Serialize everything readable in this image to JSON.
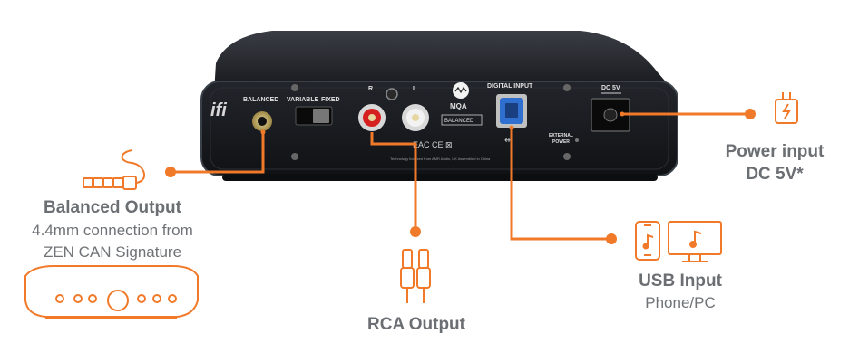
{
  "device": {
    "brand_logo": "ifi",
    "labels": {
      "balanced": "BALANCED",
      "variable": "VARIABLE",
      "fixed": "FIXED",
      "right": "R",
      "left": "L",
      "mqa": "MQA",
      "mqa_balanced": "BALANCED",
      "digital_input": "DIGITAL INPUT",
      "external_power_1": "EXTERNAL",
      "external_power_2": "POWER",
      "dc": "DC 5V",
      "fine_print": "Technology licensed from AMR Audio, UK Assembled in China"
    }
  },
  "callouts": {
    "balanced": {
      "title": "Balanced Output",
      "line1": "4.4mm connection from",
      "line2": "ZEN CAN Signature"
    },
    "rca": {
      "title": "RCA Output"
    },
    "usb": {
      "title": "USB Input",
      "subtitle": "Phone/PC"
    },
    "power": {
      "title": "Power input",
      "subtitle": "DC 5V*"
    }
  },
  "colors": {
    "accent": "#f07a2a",
    "text_gray": "#6b6e72",
    "device_body": "#1e2126",
    "panel": "#15181c",
    "gold": "#c9b26a",
    "usb_blue": "#2f6fd0"
  },
  "icons": [
    "headphone-cable-icon",
    "rca-plug-icon",
    "phone-music-icon",
    "monitor-music-icon",
    "power-plug-icon",
    "amp-device-icon"
  ]
}
